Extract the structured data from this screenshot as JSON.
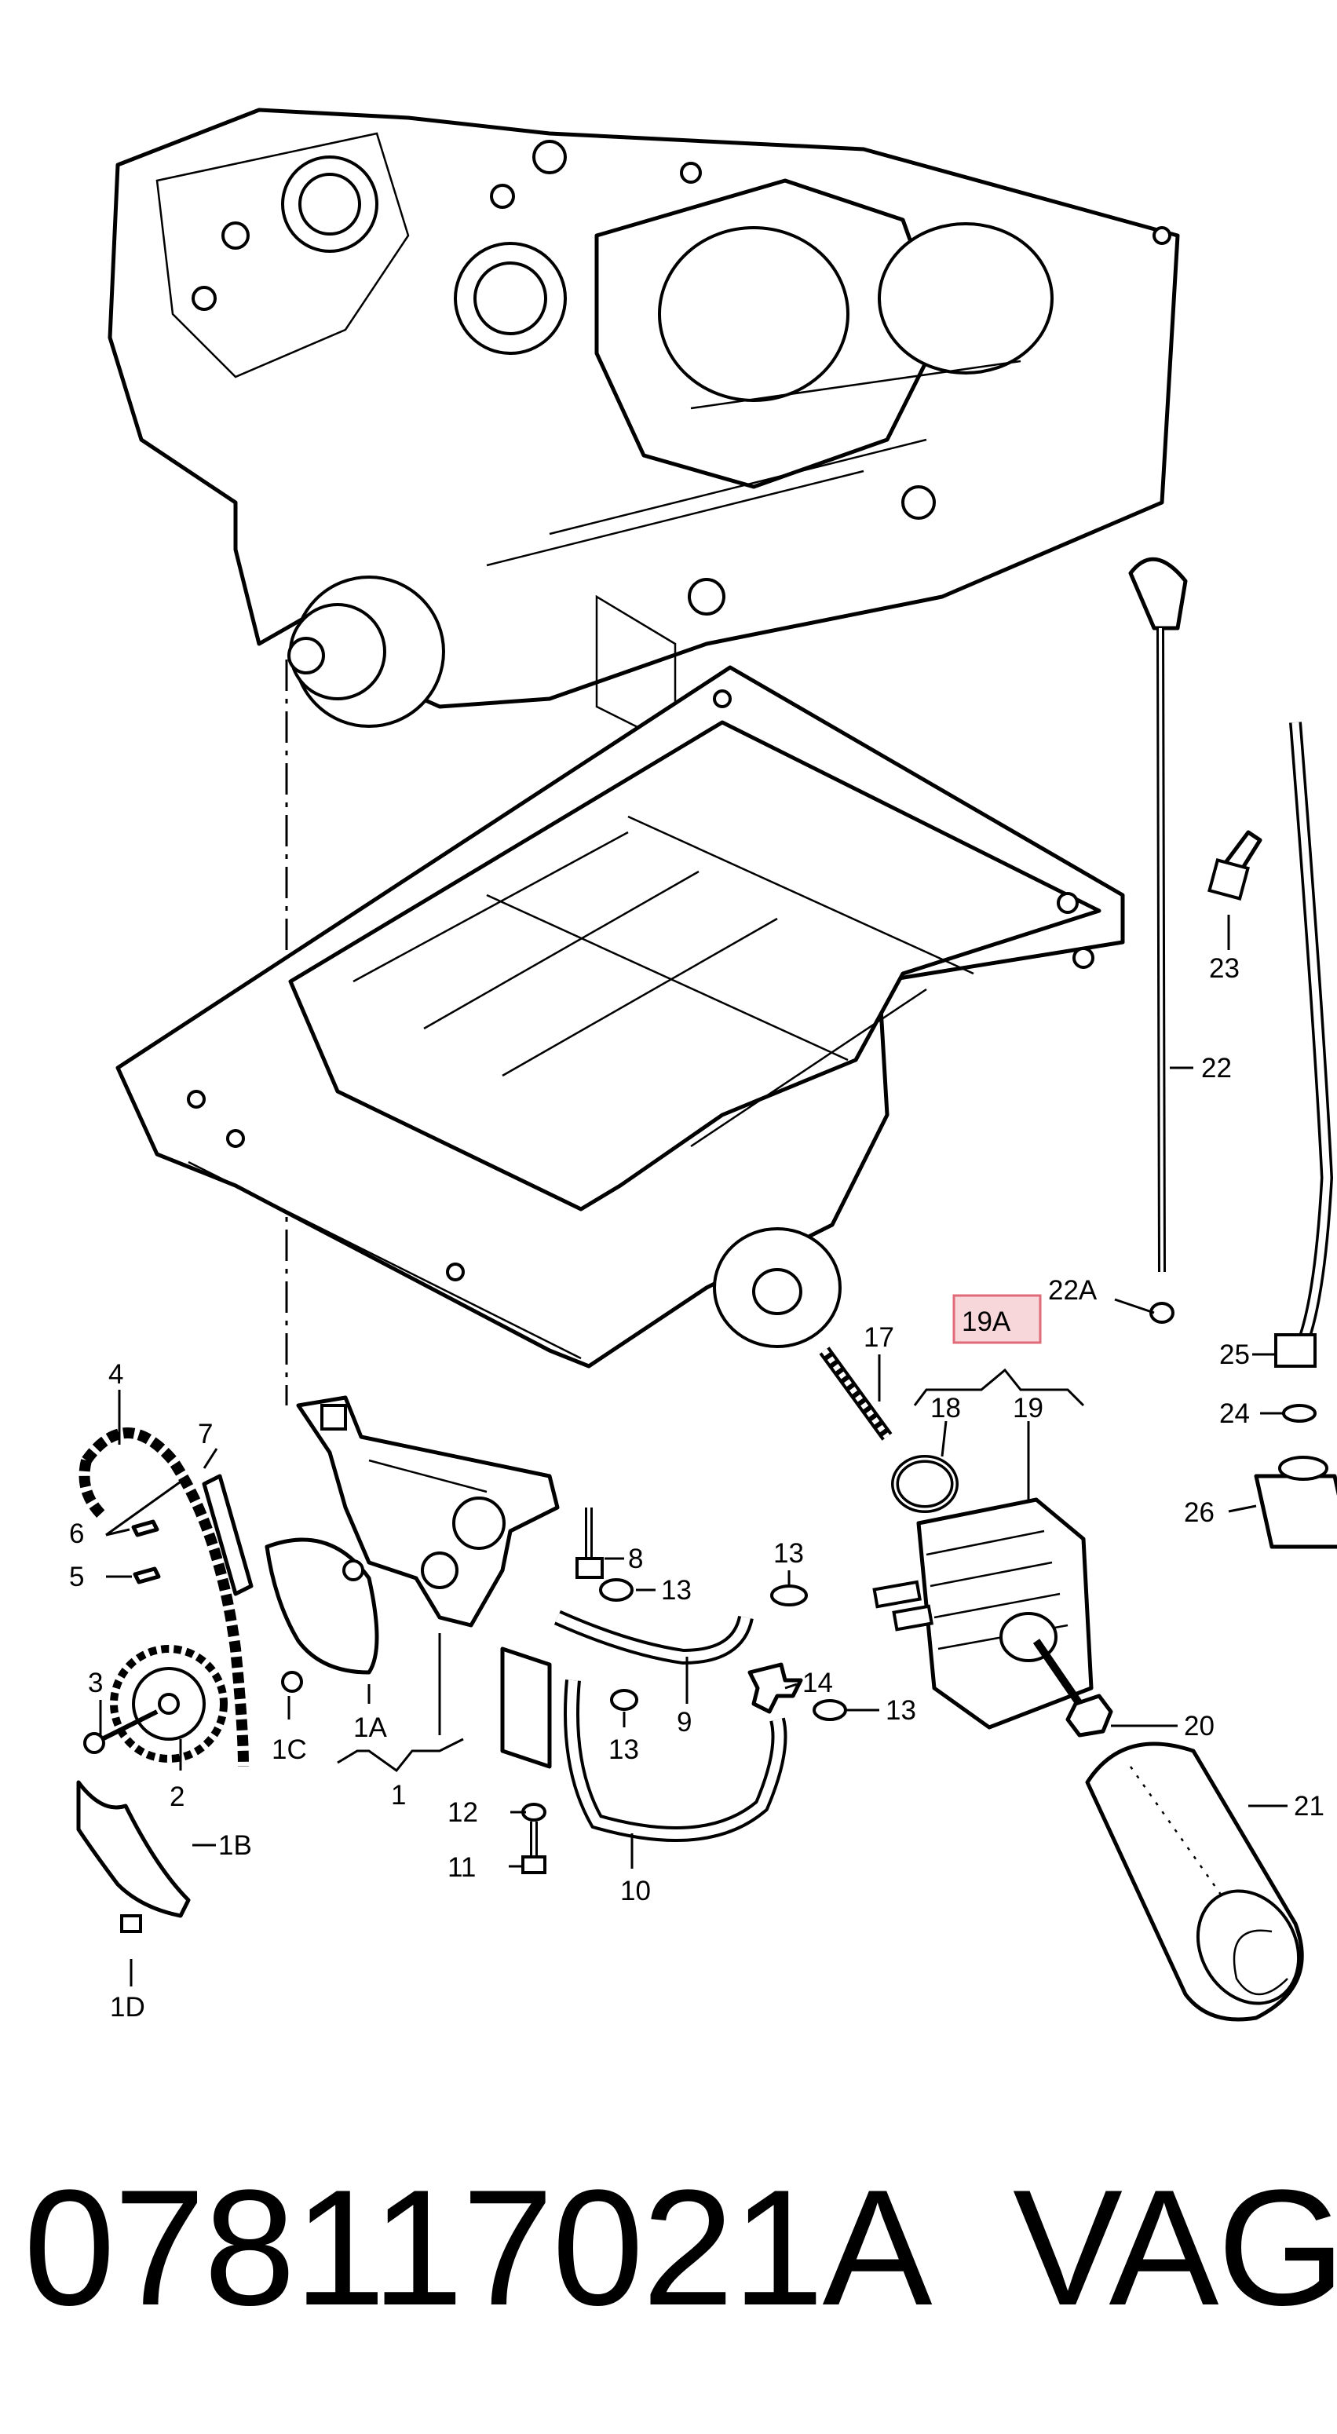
{
  "callouts": [
    {
      "id": "4",
      "text": "4"
    },
    {
      "id": "7",
      "text": "7"
    },
    {
      "id": "6",
      "text": "6"
    },
    {
      "id": "5",
      "text": "5"
    },
    {
      "id": "3",
      "text": "3"
    },
    {
      "id": "2",
      "text": "2"
    },
    {
      "id": "1C",
      "text": "1C"
    },
    {
      "id": "1A",
      "text": "1A"
    },
    {
      "id": "1",
      "text": "1"
    },
    {
      "id": "1B",
      "text": "1B"
    },
    {
      "id": "1D",
      "text": "1D"
    },
    {
      "id": "8",
      "text": "8"
    },
    {
      "id": "13a",
      "text": "13"
    },
    {
      "id": "13b",
      "text": "13"
    },
    {
      "id": "13c",
      "text": "13"
    },
    {
      "id": "13d",
      "text": "13"
    },
    {
      "id": "14",
      "text": "14"
    },
    {
      "id": "9",
      "text": "9"
    },
    {
      "id": "12",
      "text": "12"
    },
    {
      "id": "11",
      "text": "11"
    },
    {
      "id": "10",
      "text": "10"
    },
    {
      "id": "17",
      "text": "17"
    },
    {
      "id": "18",
      "text": "18"
    },
    {
      "id": "19",
      "text": "19"
    },
    {
      "id": "19A",
      "text": "19A"
    },
    {
      "id": "20",
      "text": "20"
    },
    {
      "id": "21",
      "text": "21"
    },
    {
      "id": "22",
      "text": "22"
    },
    {
      "id": "22A",
      "text": "22A"
    },
    {
      "id": "23",
      "text": "23"
    },
    {
      "id": "24",
      "text": "24"
    },
    {
      "id": "25",
      "text": "25"
    },
    {
      "id": "26",
      "text": "26"
    }
  ],
  "highlight": {
    "callout": "19A",
    "fill": "#f8d7db",
    "stroke": "#e06a78"
  },
  "footer": {
    "part_number": "078117021A",
    "brand": "VAG"
  }
}
